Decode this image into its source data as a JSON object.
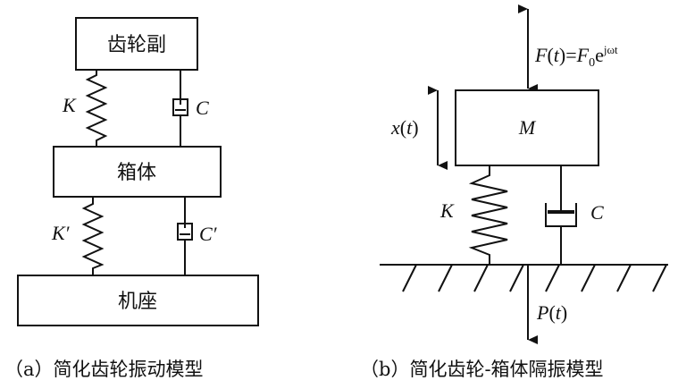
{
  "diagram_a": {
    "top_box": "齿轮副",
    "middle_box": "箱体",
    "bottom_box": "机座",
    "upper_spring": "K",
    "upper_damper": "C",
    "lower_spring": "K′",
    "lower_damper": "C′",
    "caption": "（a）简化齿轮振动模型"
  },
  "diagram_b": {
    "force_label": {
      "f": "F",
      "paren_open": "(",
      "t": "t",
      "paren_close": ")",
      "eq": "=",
      "f0_base": "F",
      "f0_sub": "0",
      "e": "e",
      "exponent": "jωt"
    },
    "displacement_label": {
      "x": "x",
      "paren_open": "(",
      "t": "t",
      "paren_close": ")"
    },
    "mass_box": "M",
    "spring": "K",
    "damper": "C",
    "ground_force_label": {
      "p": "P",
      "paren_open": "(",
      "t": "t",
      "paren_close": ")"
    },
    "caption": "（b）简化齿轮-箱体隔振模型"
  }
}
